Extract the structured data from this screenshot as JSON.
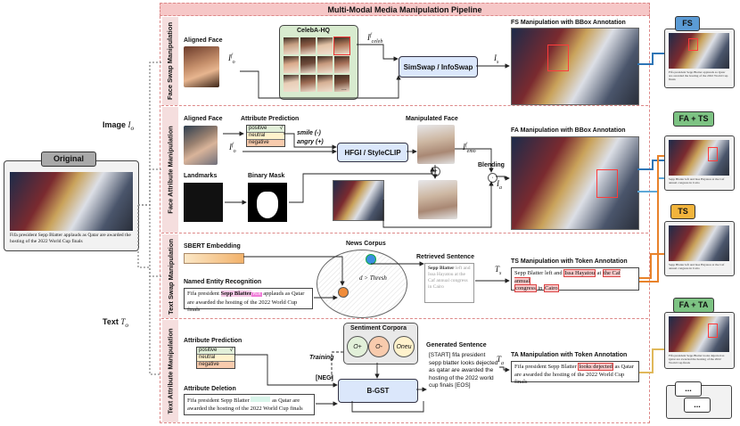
{
  "title": "Multi-Modal Media Manipulation Pipeline",
  "original": {
    "badge": "Original",
    "caption": "Fifa president Sepp Blatter applauds as Qatar are awarded the hosting of the 2022 World Cup finals"
  },
  "inputs": {
    "image_label": "Image",
    "image_sym": "I",
    "image_sub": "o",
    "text_label": "Text",
    "text_sym": "T",
    "text_sub": "o"
  },
  "sections": [
    "Face Swap Manipulation",
    "Face Attribute Manipulation",
    "Text Swap Manipulation",
    "Text Attribute Manipulation"
  ],
  "fs": {
    "aligned_face": "Aligned Face",
    "io_f": "I",
    "io_f_sup": "f",
    "io_f_sub": "o",
    "celeba_title": "CelebA-HQ",
    "ellipsis": "...",
    "celeb_sym": "I",
    "celeb_sup": "f",
    "celeb_sub": "celeb",
    "model": "SimSwap / InfoSwap",
    "out_sym": "I",
    "out_sub": "s",
    "result_title": "FS Manipulation with BBox Annotation"
  },
  "fa": {
    "aligned_face": "Aligned Face",
    "attr_pred": "Attribute Prediction",
    "attrs": [
      "positive",
      "neutral",
      "negative"
    ],
    "check": "√",
    "smile": "smile (-)",
    "angry": "angry (+)",
    "io_f": "I",
    "io_f_sup": "f",
    "io_f_sub": "o",
    "model": "HFGI / StyleCLIP",
    "manipulated_face": "Manipulated Face",
    "emo_sym": "I",
    "emo_sup": "f",
    "emo_sub": "emo",
    "landmarks": "Landmarks",
    "binary_mask": "Binary Mask",
    "blending": "Blending",
    "out_sym": "I",
    "out_sub": "a",
    "result_title": "FA Manipulation with BBox Annotation"
  },
  "ts": {
    "sbert": "SBERT Embedding",
    "ner": "Named Entity Recognition",
    "input_text_pre": "Fifa president ",
    "input_entity": "Sepp Blatter",
    "input_tag": "PER",
    "input_text_post": " applauds as Qatar are awarded the hosting of the 2022 World Cup finals",
    "corpus": "News Corpus",
    "threshold": "d > Thresh",
    "retrieved_title": "Retrieved Sentence",
    "retrieved_bold": "Sepp Blatter",
    "retrieved_rest": " left and Issa Hayatou at the Caf annual congress in Cairo",
    "out_sym": "T",
    "out_sub": "s",
    "result_title": "TS Manipulation with Token Annotation",
    "result_text_1": "Sepp Blatter left and ",
    "result_hl_1": "Issa Hayatou",
    "result_text_2": " at ",
    "result_hl_2": "the Caf annual",
    "result_hl_3": "congress",
    "result_text_3": " in ",
    "result_hl_4": "Cairo"
  },
  "ta": {
    "attr_pred": "Attribute Prediction",
    "attrs": [
      "positive",
      "neutral",
      "negative"
    ],
    "check": "√",
    "sentiment_title": "Sentiment Corpora",
    "o_pos": "O+",
    "o_neg": "O-",
    "o_neu": "Oneu",
    "training": "Training",
    "neg_tag": "[NEG]",
    "model": "B-GST",
    "deletion": "Attribute Deletion",
    "deletion_pre": "Fifa president Sepp Blatter ",
    "deletion_post": " as Qatar are awarded the hosting of the 2022 World Cup finals",
    "generated_title": "Generated Sentence",
    "generated_text": "[START] fifa president sepp blatter looks dejected as qatar are awarded the hosting of the 2022 world cup finals [EOS]",
    "out_sym": "T",
    "out_sub": "a",
    "result_title": "TA Manipulation with Token Annotation",
    "result_pre": "Fifa president Sepp Blatter ",
    "result_hl": "looks dejected",
    "result_post": " as Qatar are awarded the hosting of the 2022 World Cup finals"
  },
  "outputs": {
    "tags": [
      "FS",
      "FA + TS",
      "TS",
      "FA + TA"
    ],
    "more": "...",
    "colors": {
      "fs": "#5b9bd5",
      "fa": "#7dc383",
      "ts": "#f2b43c",
      "ta": "#e0b85a",
      "link": "#2e75b6",
      "orange": "#e8822a"
    },
    "thumb_caption_fs": "Fifa president Sepp Blatter applauds as Qatar are awarded the hosting of the 2022 World Cup finals",
    "thumb_caption_fats": "Sepp Blatter left and Issa Hayatou at the Caf annual congress in Cairo",
    "thumb_caption_ts": "Sepp Blatter left and Issa Hayatou at the Caf annual congress in Cairo",
    "thumb_caption_fata": "Fifa president Sepp Blatter looks dejected as Qatar are awarded the hosting of the 2022 World Cup finals"
  }
}
